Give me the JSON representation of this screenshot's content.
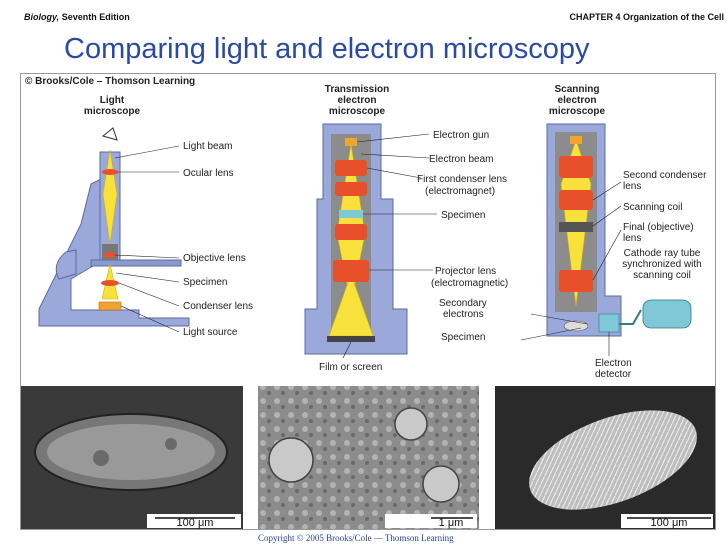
{
  "header": {
    "book_title": "Biology,",
    "edition": "Seventh Edition",
    "chapter": "CHAPTER 4 Organization of the Cell"
  },
  "slide": {
    "title": "Comparing light and electron microscopy"
  },
  "figure": {
    "credit": "© Brooks/Cole – Thomson Learning",
    "light": {
      "heading_1": "Light",
      "heading_2": "microscope",
      "labels": [
        "Light beam",
        "Ocular lens",
        "Objective lens",
        "Specimen",
        "Condenser lens",
        "Light source"
      ]
    },
    "tem": {
      "heading_1": "Transmission",
      "heading_2": "electron",
      "heading_3": "microscope",
      "labels": [
        "Electron gun",
        "Electron beam",
        "First condenser lens",
        "(electromagnet)",
        "Specimen",
        "Projector lens",
        "(electromagnetic)",
        "Film or screen"
      ]
    },
    "sem": {
      "heading_1": "Scanning",
      "heading_2": "electron",
      "heading_3": "microscope",
      "labels": [
        "Second condenser",
        "lens",
        "Scanning coil",
        "Final (objective)",
        "lens",
        "Cathode ray tube",
        "synchronized with",
        "scanning coil",
        "Secondary",
        "electrons",
        "Specimen",
        "Electron",
        "detector"
      ]
    },
    "scale_bars": [
      "100 μm",
      "1 μm",
      "100 μm"
    ]
  },
  "footer": {
    "copyright": "Copyright © 2005 Brooks/Cole — Thomson Learning"
  },
  "colors": {
    "title": "#2b4aa6",
    "instrument_body": "#9aa9da",
    "beam": "#f7e13a",
    "lens": "#e8502c",
    "copyright": "#2b3f9a"
  }
}
